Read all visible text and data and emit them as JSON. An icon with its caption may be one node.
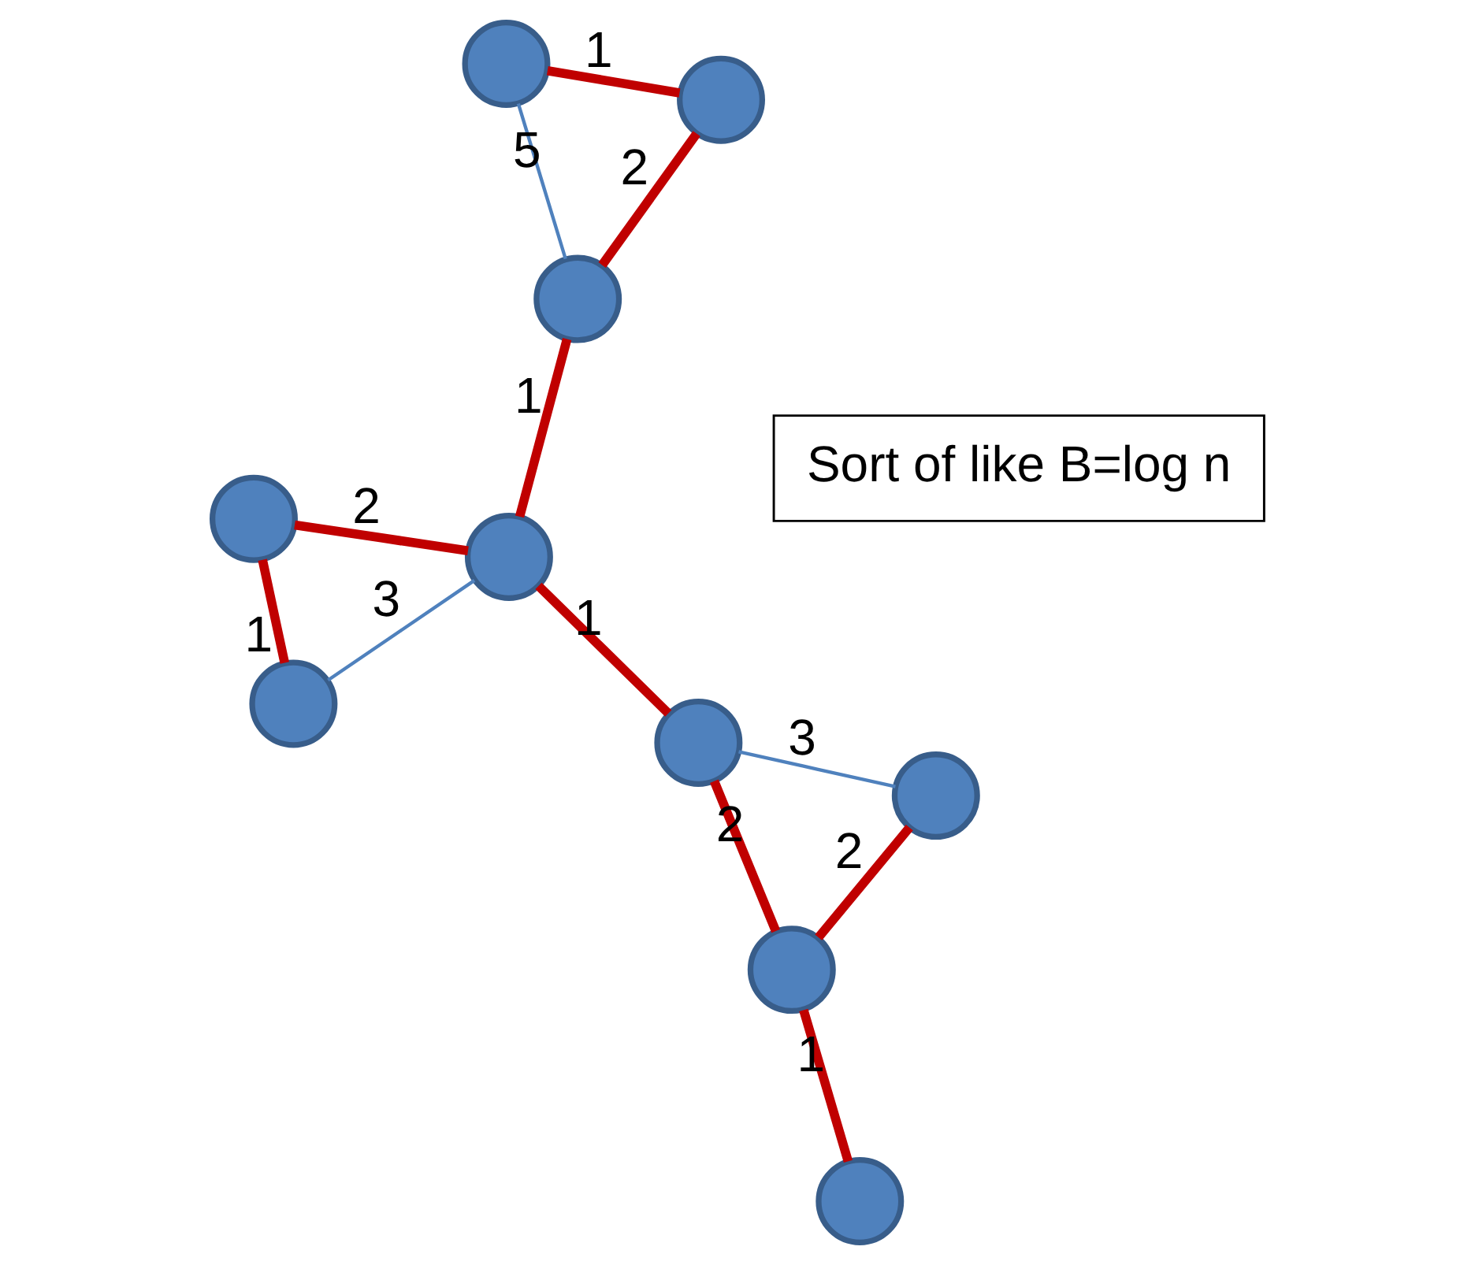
{
  "diagram": {
    "nodes": [
      {
        "text": [],
        "shape": "circle"
      },
      {
        "text": [],
        "shape": "circle"
      },
      {
        "text": [],
        "shape": "circle"
      },
      {
        "text": [],
        "shape": "circle"
      },
      {
        "text": [],
        "shape": "circle"
      },
      {
        "text": [],
        "shape": "circle"
      },
      {
        "text": [],
        "shape": "circle"
      },
      {
        "text": [
          "Sort of like B=log n"
        ]
      },
      {
        "text": [],
        "shape": "circle"
      },
      {
        "text": [],
        "shape": "circle"
      },
      {
        "text": [],
        "shape": "circle"
      }
    ],
    "edges": [
      {
        "from": 0,
        "to": 2,
        "arrow": "none",
        "label": "1"
      },
      {
        "from": 0,
        "to": 4,
        "arrow": "none",
        "label": "2"
      },
      {
        "from": 2,
        "to": 4,
        "arrow": "none",
        "label": "3",
        "color": "#4f81bd"
      },
      {
        "from": 1,
        "to": 3,
        "arrow": "none",
        "label": "1"
      },
      {
        "from": 1,
        "to": 5,
        "arrow": "none",
        "label": "2"
      },
      {
        "from": 3,
        "to": 5,
        "arrow": "none",
        "label": "5",
        "color": "#4f81bd"
      },
      {
        "from": 4,
        "to": 5,
        "arrow": "none",
        "label": "1"
      },
      {
        "from": 4,
        "to": 6,
        "arrow": "none",
        "label": "1"
      },
      {
        "from": 6,
        "to": 8,
        "arrow": "none",
        "label": "3",
        "color": "#4f81bd"
      },
      {
        "from": 6,
        "to": 9,
        "arrow": "none",
        "label": "2"
      },
      {
        "from": 8,
        "to": 9,
        "arrow": "none",
        "label": "2"
      },
      {
        "from": 9,
        "to": 10,
        "arrow": "none",
        "label": "1"
      }
    ]
  }
}
